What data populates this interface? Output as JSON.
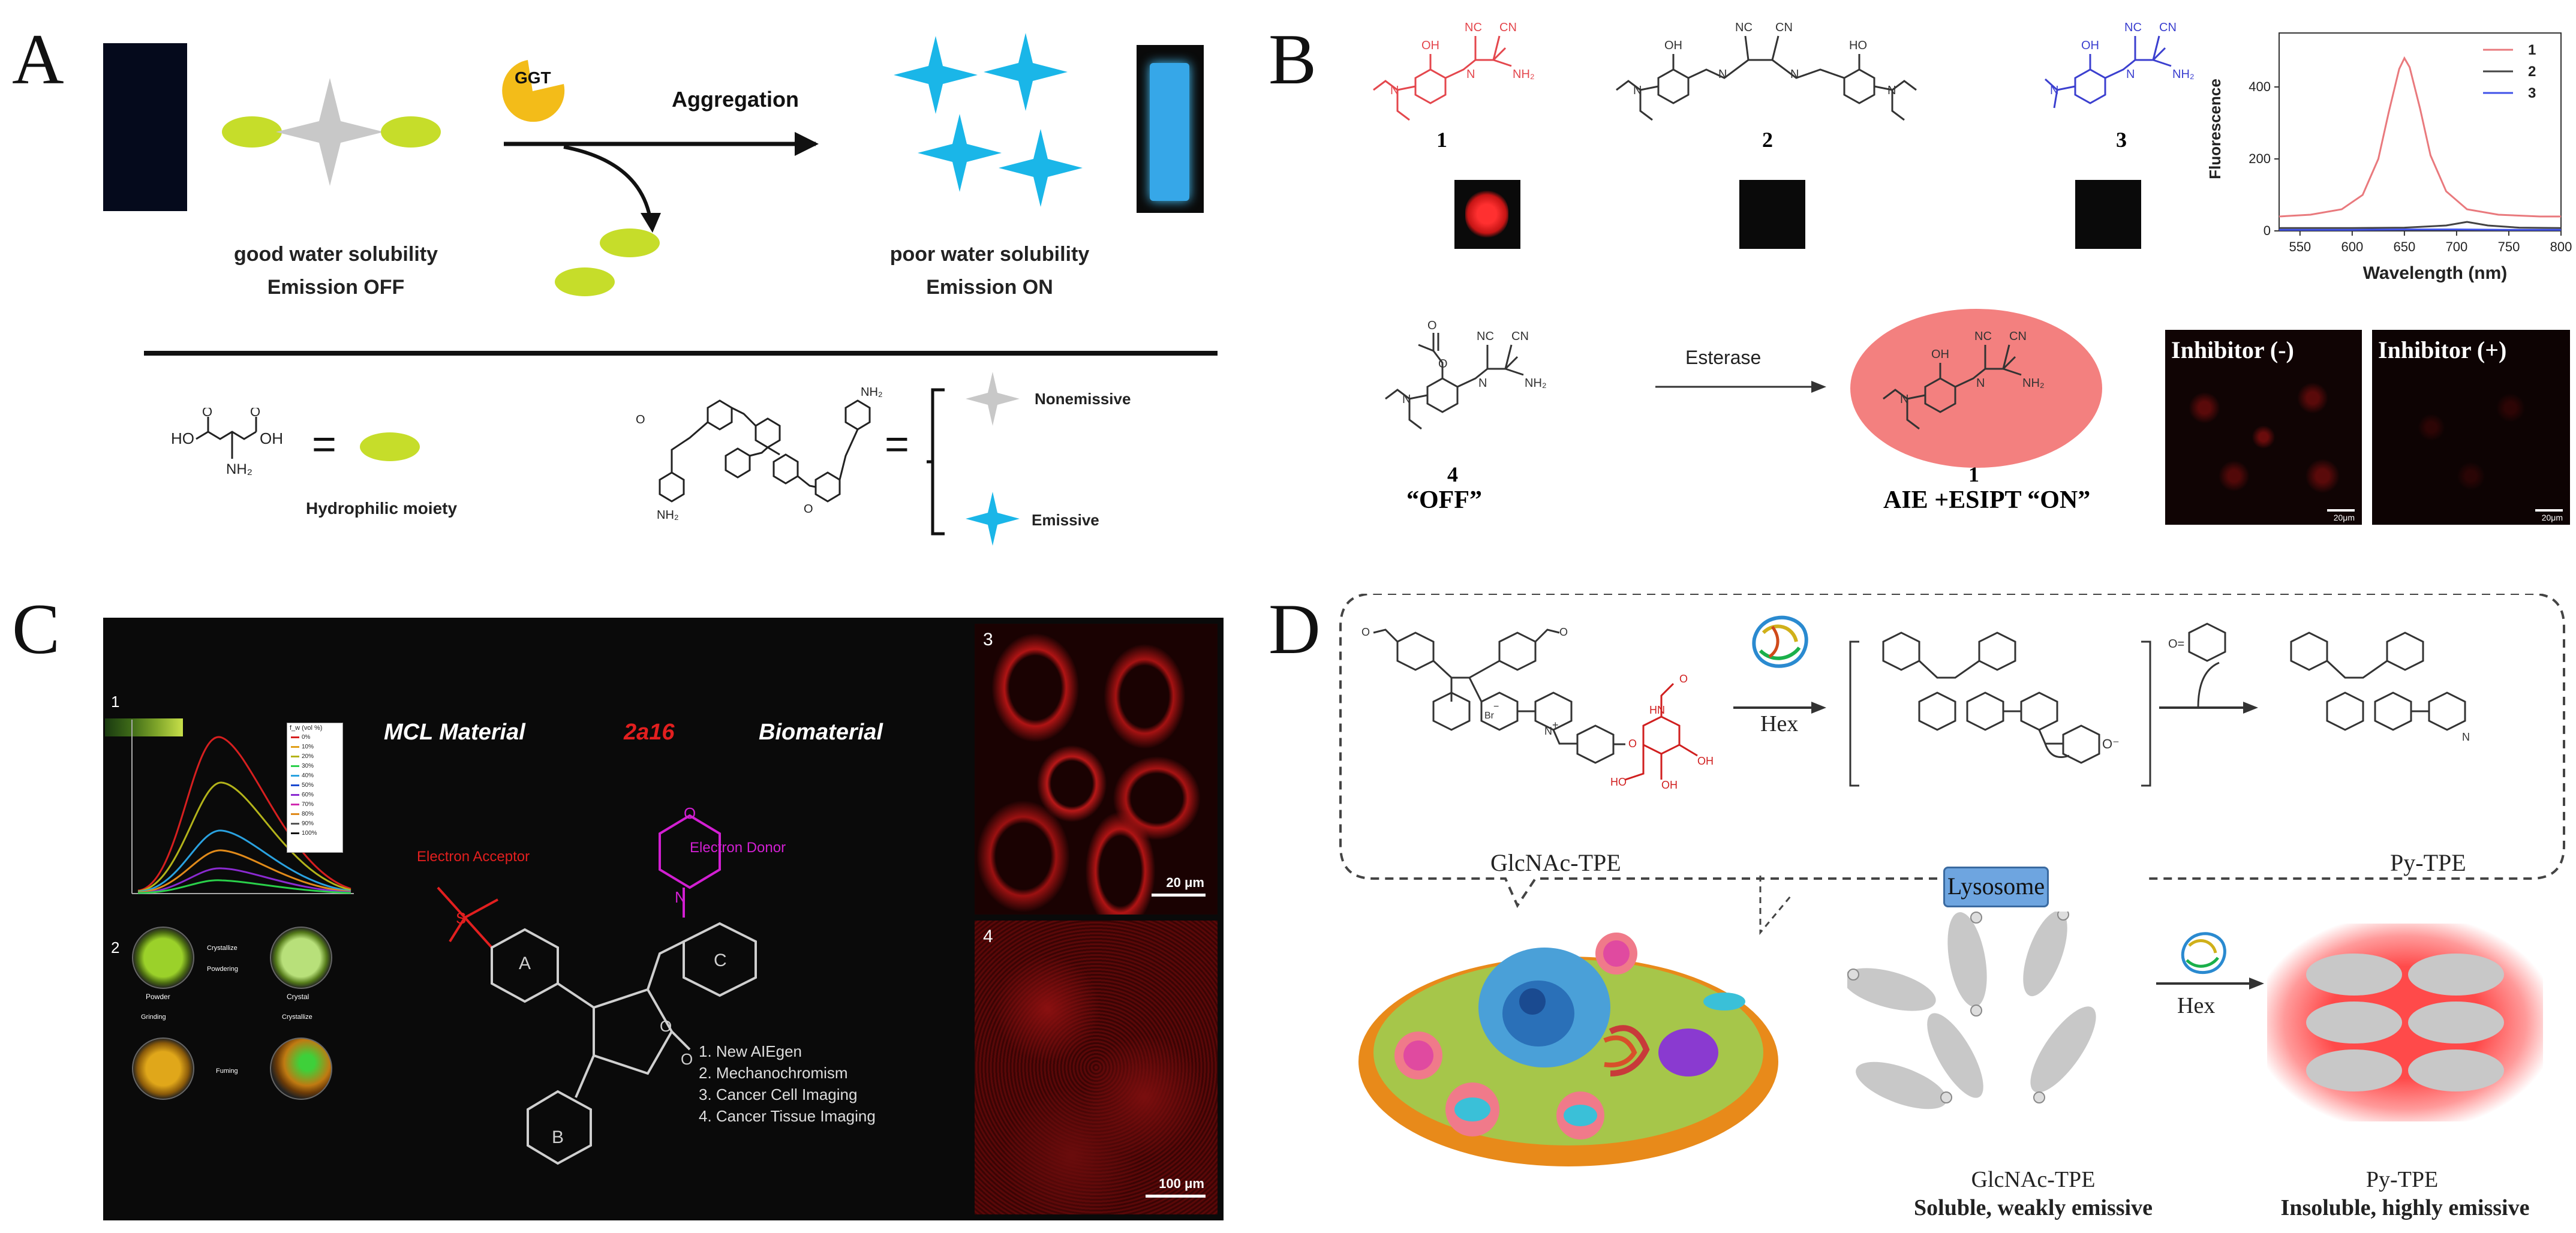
{
  "panels": {
    "A": {
      "letter": "A",
      "enzyme": "GGT",
      "arrow_label": "Aggregation",
      "left_caption_1": "good water solubility",
      "left_caption_2": "Emission OFF",
      "right_caption_1": "poor water solubility",
      "right_caption_2": "Emission ON",
      "hydrophilic_label": "Hydrophilic moiety",
      "nonemissive_label": "Nonemissive",
      "emissive_label": "Emissive",
      "equals": "="
    },
    "B": {
      "letter": "B",
      "compound_1": "1",
      "compound_2": "2",
      "compound_3": "3",
      "compound_4": "4",
      "off_label": "“OFF”",
      "on_label": "AIE +ESIPT “ON”",
      "enzyme_label": "Esterase",
      "inhibitor_minus": "Inhibitor (-)",
      "inhibitor_plus": "Inhibitor (+)",
      "scale_bar": "20μm",
      "chart_data": {
        "type": "line",
        "xlabel": "Wavelength (nm)",
        "ylabel": "Fluorescence",
        "xlim": [
          530,
          800
        ],
        "ylim": [
          0,
          550
        ],
        "x_ticks": [
          "550",
          "600",
          "650",
          "700",
          "750",
          "800"
        ],
        "y_ticks": [
          "0",
          "200",
          "400"
        ],
        "legend_position": "top-right",
        "series": [
          {
            "name": "1",
            "color": "#e9797d",
            "x": [
              530,
              560,
              590,
              610,
              625,
              635,
              645,
              650,
              655,
              665,
              675,
              690,
              710,
              740,
              780,
              800
            ],
            "y": [
              40,
              45,
              60,
              100,
              200,
              330,
              450,
              480,
              455,
              340,
              210,
              110,
              60,
              45,
              40,
              40
            ]
          },
          {
            "name": "2",
            "color": "#444444",
            "x": [
              530,
              600,
              650,
              690,
              710,
              730,
              760,
              800
            ],
            "y": [
              8,
              8,
              9,
              15,
              25,
              15,
              9,
              8
            ]
          },
          {
            "name": "3",
            "color": "#3f51e8",
            "x": [
              530,
              600,
              650,
              700,
              750,
              800
            ],
            "y": [
              3,
              3,
              4,
              4,
              3,
              3
            ]
          }
        ]
      }
    },
    "C": {
      "letter": "C",
      "title_left": "MCL Material",
      "title_center": "2a16",
      "title_right": "Biomaterial",
      "acceptor_label": "Electron Acceptor",
      "donor_label": "Electron Donor",
      "ring_A": "A",
      "ring_B": "B",
      "ring_C": "C",
      "list": [
        "1. New AIEgen",
        "2. Mechanochromism",
        "3. Cancer Cell Imaging",
        "4. Cancer Tissue Imaging"
      ],
      "inset_1": "1",
      "inset_2": "2",
      "inset_3": "3",
      "inset_4": "4",
      "scale_3": "20 μm",
      "scale_4": "100 μm",
      "fw_legend_title": "f_w (vol %)",
      "fw_legend": [
        "0%",
        "10%",
        "20%",
        "30%",
        "40%",
        "50%",
        "60%",
        "70%",
        "80%",
        "90%",
        "100%"
      ],
      "photo_labels": [
        "Powder",
        "Crystallize",
        "Crystal",
        "Powdering",
        "Grinding",
        "Fuming",
        "Crystallize"
      ]
    },
    "D": {
      "letter": "D",
      "enzyme": "Hex",
      "enzyme_2": "Hex",
      "probe_name": "GlcNAc-TPE",
      "product_name": "Py-TPE",
      "lysosome": "Lysosome",
      "bottom_left_1": "GlcNAc-TPE",
      "bottom_left_2": "Soluble, weakly emissive",
      "bottom_right_1": "Py-TPE",
      "bottom_right_2": "Insoluble, highly emissive",
      "br_label": "Br",
      "minus": "−"
    }
  },
  "colors": {
    "green_moiety": "#c6dd2a",
    "cyan_star": "#1ab6e8",
    "grey_star": "#c8c8c8",
    "ggt_orange": "#f3bc19",
    "red_structure": "#e4474d",
    "blue_structure": "#3b3fcf",
    "pink_ellipse": "#f3807f",
    "lysosome_blue": "#6ea5e0"
  }
}
